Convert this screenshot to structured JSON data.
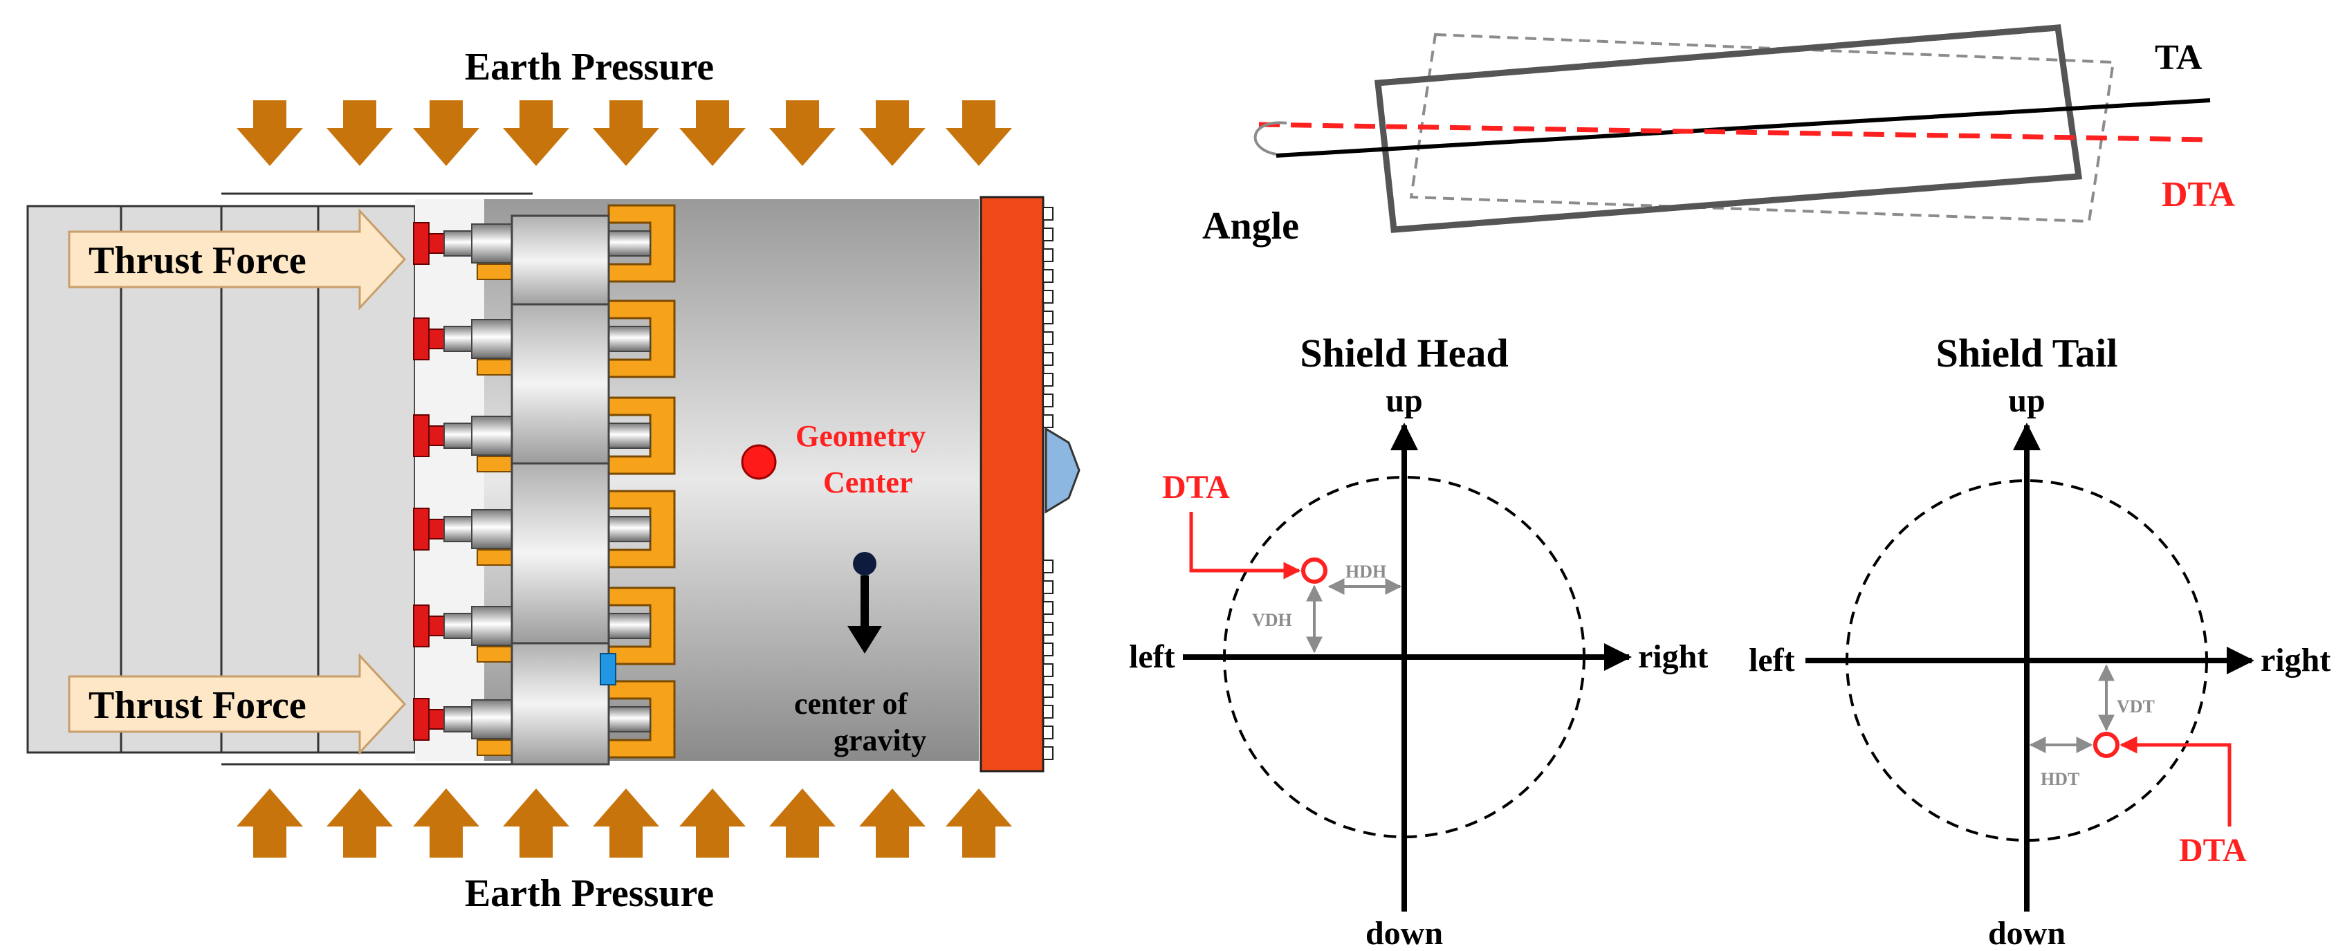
{
  "left_panel": {
    "earth_pressure_top": "Earth Pressure",
    "earth_pressure_bottom": "Earth Pressure",
    "thrust_force_top": "Thrust Force",
    "thrust_force_bottom": "Thrust Force",
    "geometry_center_line1": "Geometry",
    "geometry_center_line2": "Center",
    "center_of_gravity_line1": "center of",
    "center_of_gravity_line2": "gravity"
  },
  "top_right": {
    "ta_label": "TA",
    "dta_label": "DTA",
    "angle_label": "Angle"
  },
  "shield_head": {
    "title": "Shield Head",
    "up": "up",
    "down": "down",
    "left": "left",
    "right": "right",
    "dta_label": "DTA",
    "hdh": "HDH",
    "vdh": "VDH"
  },
  "shield_tail": {
    "title": "Shield Tail",
    "up": "up",
    "down": "down",
    "left": "left",
    "right": "right",
    "dta_label": "DTA",
    "hdt": "HDT",
    "vdt": "VDT"
  },
  "colors": {
    "arrow_brown": "#c8740c",
    "red": "#ff2020",
    "cutter_orange": "#f04a18",
    "jack_orange": "#f7a21b",
    "thrust_box": "#fde7c7",
    "grey_dim": "#8c8c8c"
  }
}
